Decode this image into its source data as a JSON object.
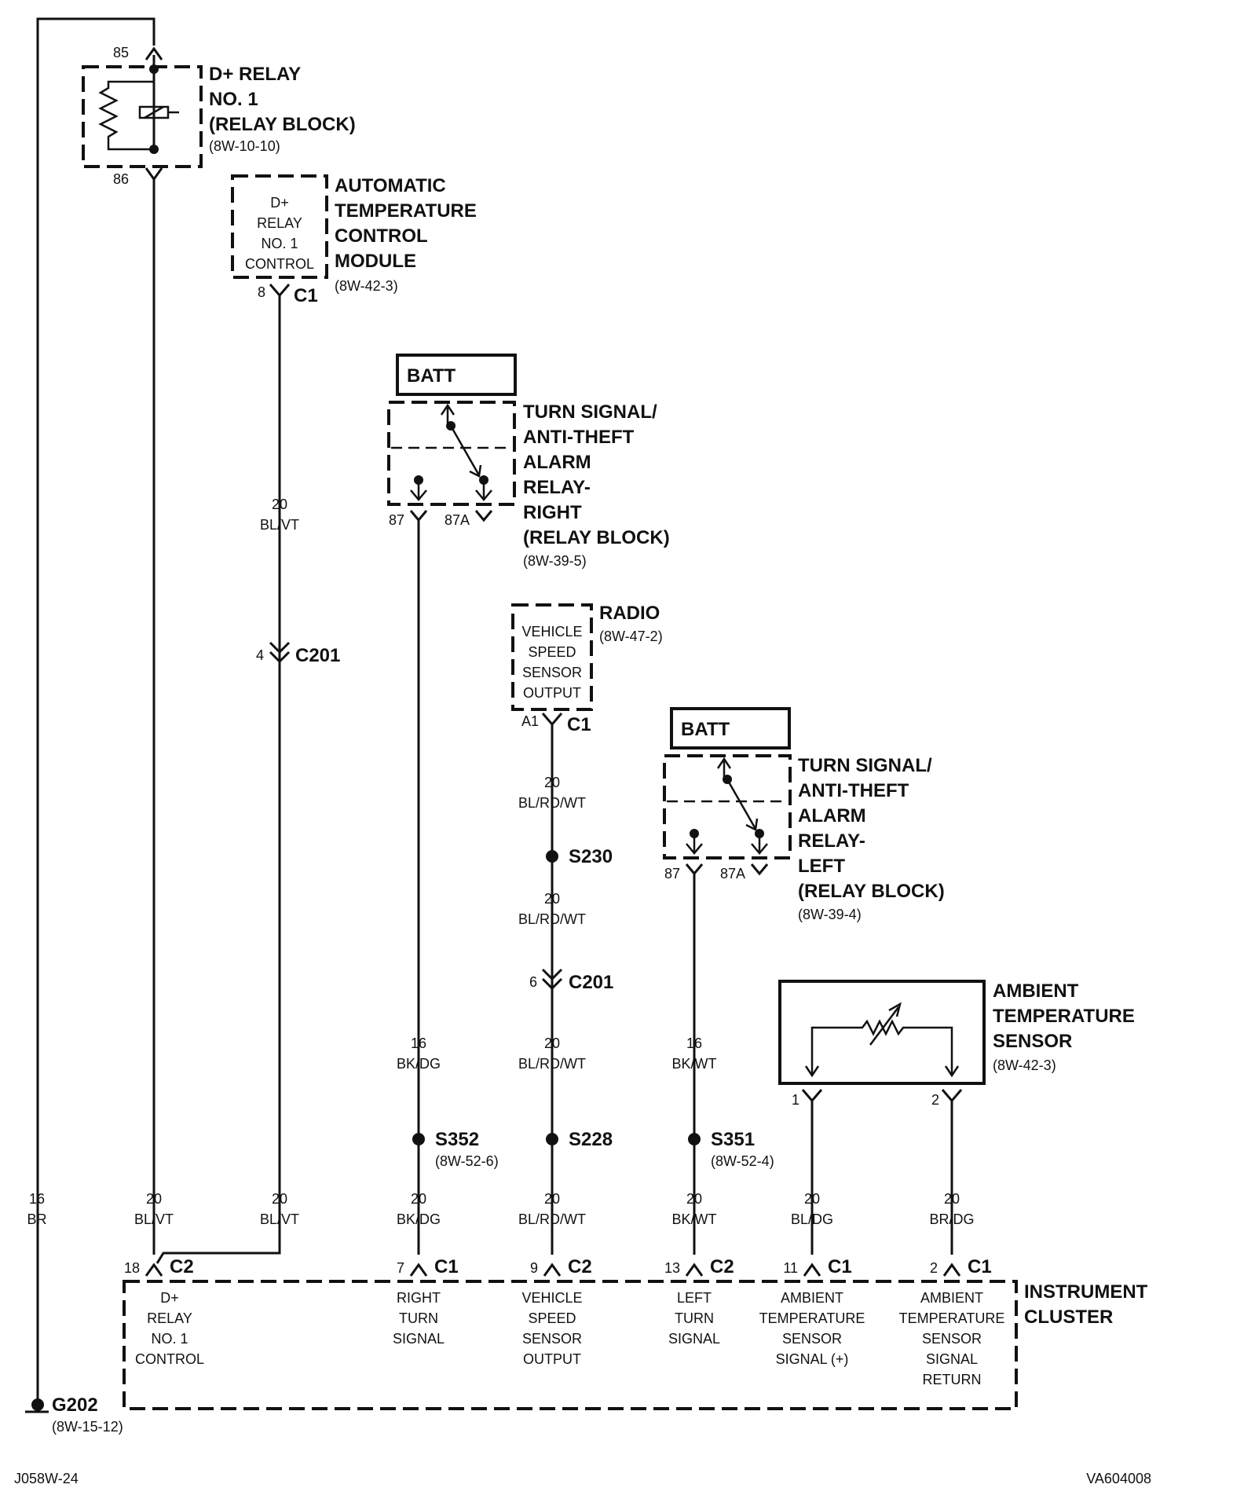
{
  "relay_d": {
    "pin_top": "85",
    "pin_bottom": "86",
    "title_lines": [
      "D+ RELAY",
      "NO. 1",
      "(RELAY BLOCK)"
    ],
    "ref": "(8W-10-10)"
  },
  "atc_module": {
    "inner_lines": [
      "D+",
      "RELAY",
      "NO. 1",
      "CONTROL"
    ],
    "title_lines": [
      "AUTOMATIC",
      "TEMPERATURE",
      "CONTROL",
      "MODULE"
    ],
    "ref": "(8W-42-3)",
    "pin": "8",
    "connector": "C1"
  },
  "turn_right": {
    "batt": "BATT",
    "title_lines": [
      "TURN SIGNAL/",
      "ANTI-THEFT",
      "ALARM",
      "RELAY-",
      "RIGHT",
      "(RELAY BLOCK)"
    ],
    "ref": "(8W-39-5)",
    "pin_87": "87",
    "pin_87a": "87A"
  },
  "radio": {
    "inner_lines": [
      "VEHICLE",
      "SPEED",
      "SENSOR",
      "OUTPUT"
    ],
    "title": "RADIO",
    "ref": "(8W-47-2)",
    "pin": "A1",
    "connector": "C1"
  },
  "turn_left": {
    "batt": "BATT",
    "title_lines": [
      "TURN SIGNAL/",
      "ANTI-THEFT",
      "ALARM",
      "RELAY-",
      "LEFT",
      "(RELAY BLOCK)"
    ],
    "ref": "(8W-39-4)",
    "pin_87": "87",
    "pin_87a": "87A"
  },
  "ambient_sensor": {
    "title_lines": [
      "AMBIENT",
      "TEMPERATURE",
      "SENSOR"
    ],
    "ref": "(8W-42-3)",
    "pin_1": "1",
    "pin_2": "2"
  },
  "wires": {
    "w_atc_upper": [
      "20",
      "BL/VT"
    ],
    "c201_pin_a": "4",
    "c201_a": "C201",
    "w_radio_1": [
      "20",
      "BL/RD/WT"
    ],
    "s230": "S230",
    "w_radio_2": [
      "20",
      "BL/RD/WT"
    ],
    "c201_pin_b": "6",
    "c201_b": "C201",
    "w_radio_3": [
      "20",
      "BL/RD/WT"
    ],
    "w_right_upper": [
      "16",
      "BK/DG"
    ],
    "s352": "S352",
    "s352_ref": "(8W-52-6)",
    "w_left_upper": [
      "16",
      "BK/WT"
    ],
    "s351": "S351",
    "s351_ref": "(8W-52-4)",
    "s228": "S228",
    "w_ground": [
      "16",
      "BR"
    ],
    "w_relay_low": [
      "20",
      "BL/VT"
    ],
    "w_atc_low": [
      "20",
      "BL/VT"
    ],
    "w_right_low": [
      "20",
      "BK/DG"
    ],
    "w_radio_low": [
      "20",
      "BL/RD/WT"
    ],
    "w_left_low": [
      "20",
      "BK/WT"
    ],
    "w_amb1_low": [
      "20",
      "BL/DG"
    ],
    "w_amb2_low": [
      "20",
      "BR/DG"
    ]
  },
  "cluster": {
    "title_lines": [
      "INSTRUMENT",
      "CLUSTER"
    ],
    "pins": [
      {
        "pin": "18",
        "conn": "C2",
        "lines": [
          "D+",
          "RELAY",
          "NO. 1",
          "CONTROL"
        ]
      },
      {
        "pin": "7",
        "conn": "C1",
        "lines": [
          "RIGHT",
          "TURN",
          "SIGNAL"
        ]
      },
      {
        "pin": "9",
        "conn": "C2",
        "lines": [
          "VEHICLE",
          "SPEED",
          "SENSOR",
          "OUTPUT"
        ]
      },
      {
        "pin": "13",
        "conn": "C2",
        "lines": [
          "LEFT",
          "TURN",
          "SIGNAL"
        ]
      },
      {
        "pin": "11",
        "conn": "C1",
        "lines": [
          "AMBIENT",
          "TEMPERATURE",
          "SENSOR",
          "SIGNAL (+)"
        ]
      },
      {
        "pin": "2",
        "conn": "C1",
        "lines": [
          "AMBIENT",
          "TEMPERATURE",
          "SENSOR",
          "SIGNAL",
          "RETURN"
        ]
      }
    ]
  },
  "ground": {
    "name": "G202",
    "ref": "(8W-15-12)"
  },
  "footer": {
    "left_code": "J058W-24",
    "right_code": "VA604008"
  }
}
